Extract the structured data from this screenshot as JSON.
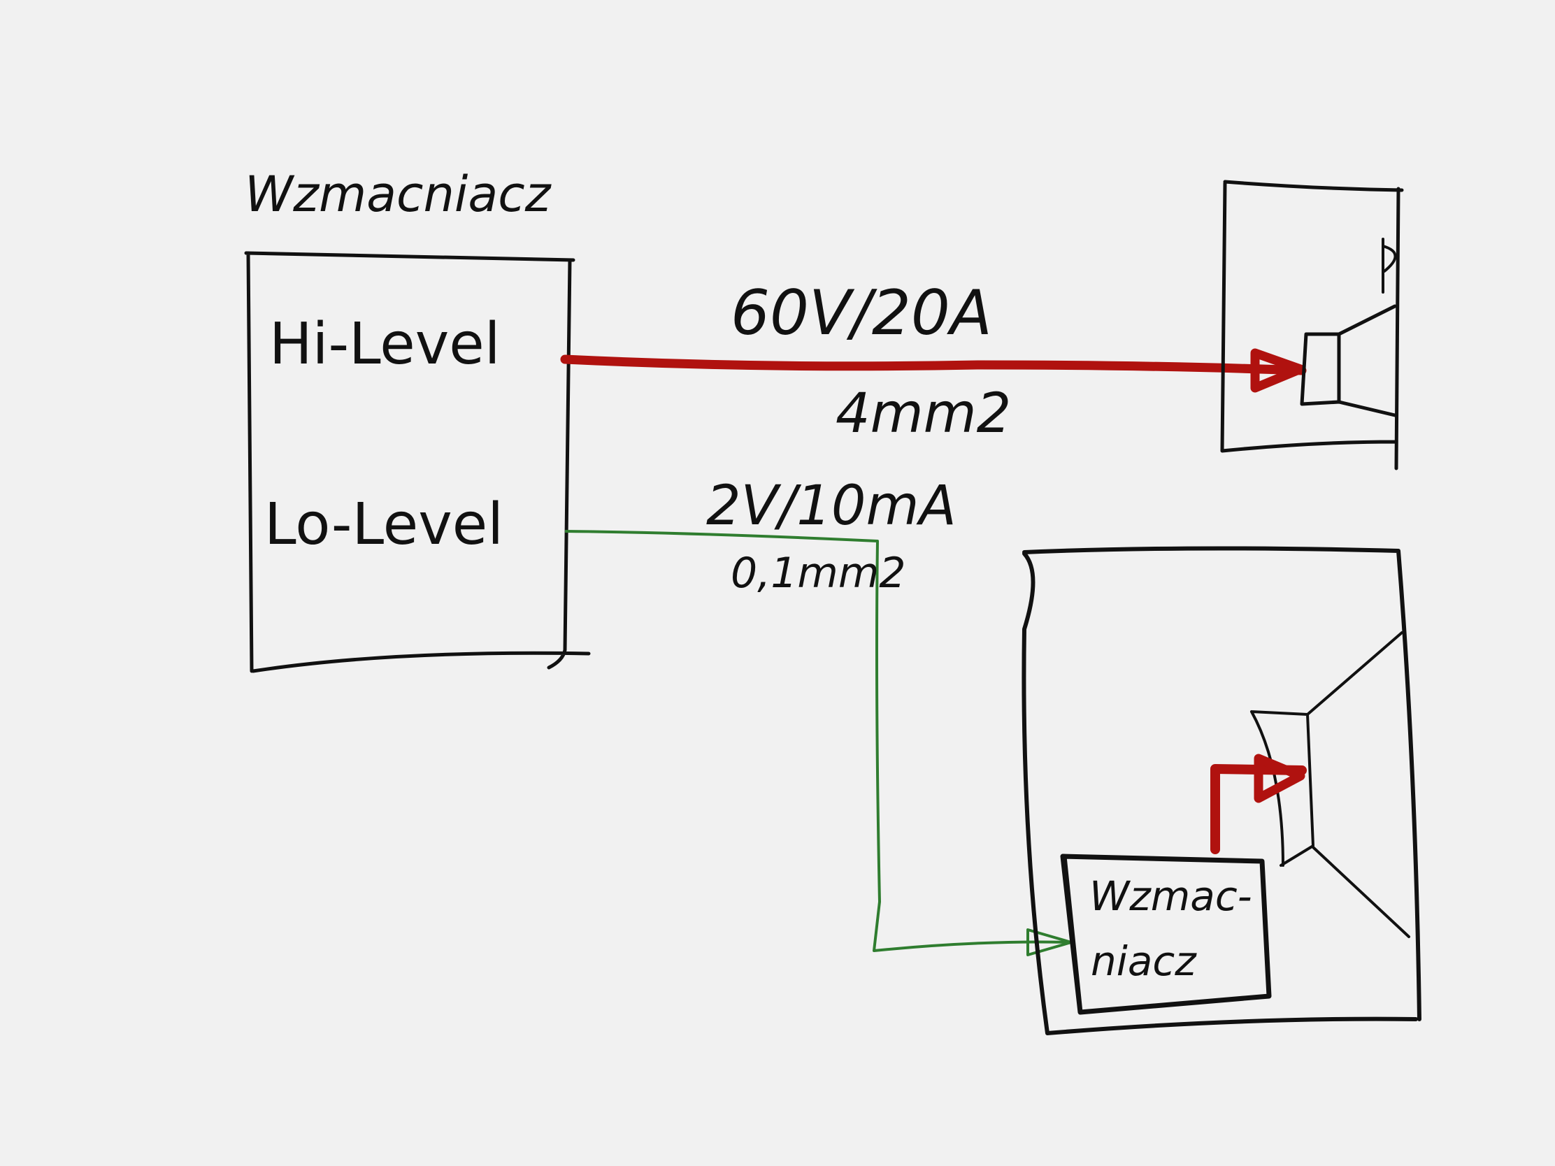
{
  "colors": {
    "background": "#f1f1f1",
    "ink": "#111111",
    "high_level_wire": "#b0120f",
    "low_level_wire": "#2f7d2f"
  },
  "labels": {
    "amplifier_title": "Wzmacniacz",
    "hi_level": "Hi-Level",
    "lo_level": "Lo-Level",
    "hi_spec": "60V/20A",
    "hi_cross_section": "4mm2",
    "lo_spec": "2V/10mA",
    "lo_cross_section": "0,1mm2",
    "active_amp_line1": "Wzmac-",
    "active_amp_line2": "niacz"
  }
}
